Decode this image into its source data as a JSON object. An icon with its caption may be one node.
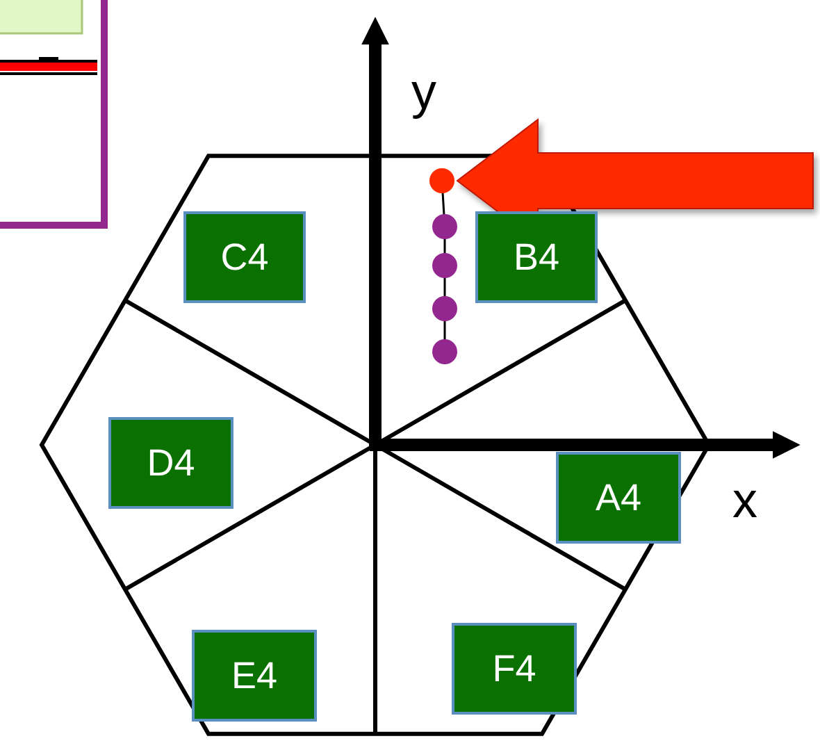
{
  "diagram": {
    "nodes": [
      {
        "text": [
          "C4"
        ]
      },
      {
        "text": [
          "B4"
        ]
      },
      {
        "text": [
          "D4"
        ]
      },
      {
        "text": [
          "A4"
        ]
      },
      {
        "text": [
          "E4"
        ]
      },
      {
        "text": [
          "F4"
        ]
      },
      {
        "text": [],
        "shape": "circle"
      }
    ],
    "edges": [
      {
        "from": null,
        "to": 6,
        "arrow": "to",
        "color": "#ff2a00",
        "style": "thick"
      }
    ],
    "labels": [
      "y",
      "x"
    ]
  }
}
